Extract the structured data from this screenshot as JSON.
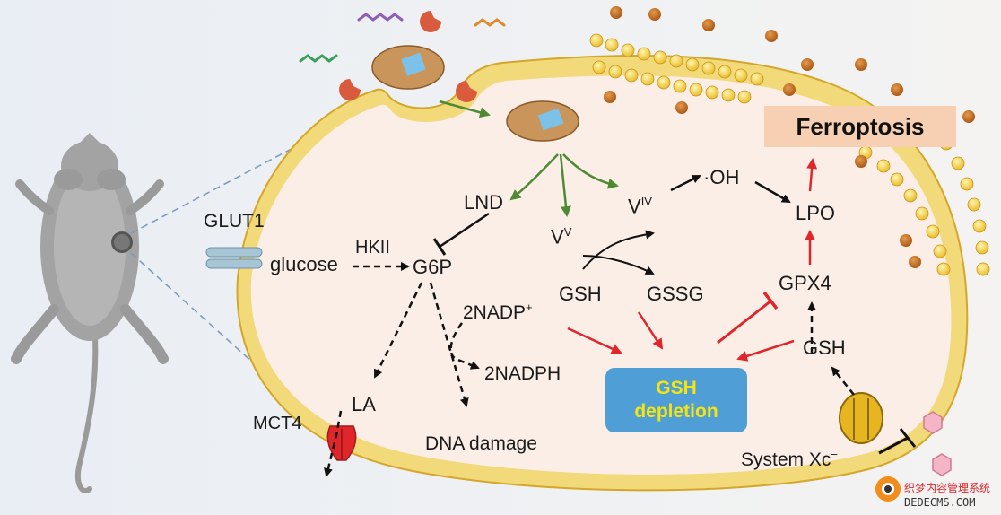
{
  "title": "Ferroptosis",
  "gsh_box": {
    "line1": "GSH",
    "line2": "depletion"
  },
  "labels": {
    "glut1": "GLUT1",
    "glucose": "glucose",
    "hkii": "HKII",
    "g6p": "G6P",
    "lnd": "LND",
    "v5_base": "V",
    "v5_sup": "V",
    "v4_base": "V",
    "v4_sup": "IV",
    "oh": "·OH",
    "lpo": "LPO",
    "gpx4": "GPX4",
    "gsh_left": "GSH",
    "gssg": "GSSG",
    "gsh_right": "GSH",
    "nadp": "2NADP",
    "nadp_sup": "+",
    "nadph": "2NADPH",
    "la": "LA",
    "mct4": "MCT4",
    "dna": "DNA damage",
    "xc": "System Xc",
    "xc_sup": "−"
  },
  "watermark": {
    "line1": "织梦内容管理系统",
    "line2": "DEDECMS.COM"
  },
  "colors": {
    "membrane": "#f2d97a",
    "cytoplasm": "#fbeee6",
    "green_arrow": "#4e8a34",
    "red_arrow": "#e0262b",
    "black_arrow": "#111111",
    "gsh_box": "#4f9fd6",
    "gsh_text": "#f5e410",
    "ferroptosis_bg": "#f7cfb2"
  }
}
